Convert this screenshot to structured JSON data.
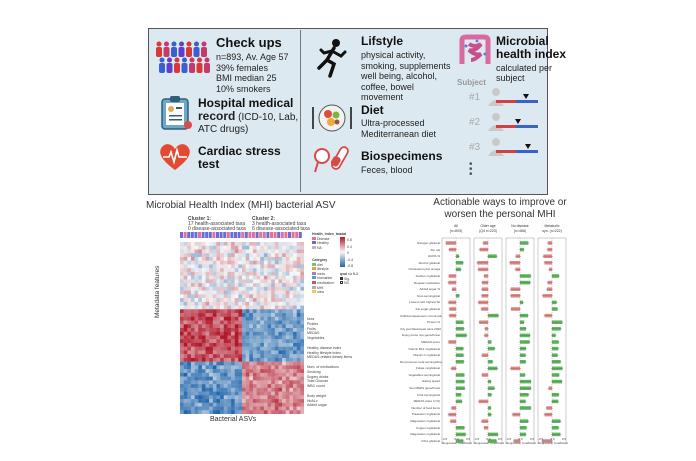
{
  "top": {
    "checkups": {
      "title": "Check ups",
      "lines": [
        "n=893, Av. Age 57",
        "39% females",
        "BMI median 25",
        "10% smokers"
      ]
    },
    "hospital": {
      "title_line1": "Hospital medical",
      "title_line2_bold": "record",
      "title_line2_rest": " (ICD-10, Lab,",
      "title_line3": "ATC drugs)"
    },
    "cardiac": {
      "title_line1": "Cardiac stress",
      "title_line2": "test"
    },
    "lifestyle": {
      "title": "Lifstyle",
      "lines": [
        "physical activity,",
        "smoking, supplements",
        "well being, alcohol,",
        "coffee, bowel",
        "movement"
      ]
    },
    "diet": {
      "title": "Diet",
      "lines": [
        "Ultra-processed",
        "Mediterranean diet"
      ]
    },
    "biospecimens": {
      "title": "Biospecimens",
      "lines": [
        "Feces, blood"
      ]
    },
    "mhi": {
      "title_line1": "Microbial",
      "title_line2": "health index",
      "lines": [
        "calculated per",
        "subject"
      ],
      "subject_label": "Subject",
      "subjects": [
        "#1",
        "#2",
        "#3"
      ]
    }
  },
  "left": {
    "title": "Microbial Health Index (MHI) bacterial ASV",
    "cluster1": {
      "title": "Cluster 1:",
      "lines": [
        "17 health-associated taxa",
        "0 disease-associated taxa"
      ]
    },
    "cluster2": {
      "title": "Cluster 2:",
      "lines": [
        "3 health-associated taxa",
        "6 disease-associated taxa"
      ]
    },
    "ylabel": "Metadata features",
    "xlabel": "Bacterial ASVs",
    "legend": {
      "health_index_title": "Health_index_tax",
      "health_index_items": [
        "Disease",
        "Healthy",
        "NA"
      ],
      "category_title": "Category",
      "category_items": [
        "diet",
        "lifestyle",
        "meta",
        "biomarker",
        "medication",
        "MHI",
        "ultra"
      ],
      "scale_title": "stat",
      "scale_ticks": [
        "0.8",
        "0.4",
        "0",
        "-0.4",
        "-0.8"
      ],
      "qval_title": "qval <= 0.1",
      "qval_items": [
        "Sig.",
        "NS"
      ]
    },
    "row_labels": [
      "Nuts",
      "Pickles",
      "Fruits",
      "MEDAS",
      "Vegetables",
      "",
      "Healthy disease index",
      "Healthy lifestyle index",
      "MEDAS-related dietary items",
      "",
      "Num. of medications",
      "Smoking",
      "Sugary drinks",
      "Total Glucose",
      "WBC count",
      "",
      "Body weight",
      "HbA1c",
      "Added sugar"
    ]
  },
  "right": {
    "title_line1": "Actionable ways to improve or",
    "title_line2": "worsen the personal MHI",
    "columns": [
      {
        "title": "All",
        "sub": "(n=893)"
      },
      {
        "title": "Older age",
        "sub": "(Q4 n=223)"
      },
      {
        "title": "No disease",
        "sub": "(n=466)"
      },
      {
        "title": "Metabolic",
        "sub": "syn. (n=222)"
      }
    ],
    "rows": [
      "Nitrogen g/kilocal",
      "Per cal",
      "HUDS %",
      "Alcohol g/kilocal",
      "Cholesterol plus omega",
      "Sodium mg/kilocal",
      "Regular medication",
      "Added sugar %",
      "Nuts servings/cal",
      "Lowest carb highest fat",
      "Fat sugar g/kilocal",
      "Artificial sweeteners consumption",
      "Protein %",
      "City purchase/week cans 2020",
      "Enjoy-purse non-gene/forest",
      "MEDAS score",
      "Vitamin B12 mcg/kilocal",
      "Vitamin C mg/kilocal",
      "Red process meat servings/kcal",
      "Folate mcg/kilocal",
      "Vegetables servings/cal",
      "Eating speed",
      "Sun MEDS gene/forest",
      "Fruit servings/cal",
      "MEDAS class 4 (%)",
      "Number of food items",
      "Potassium mg/kilocal",
      "Magnesium mg/kilocal",
      "Copper mg/kilocal",
      "Magnesium mg/kilocal",
      "Fibre g/kilocal"
    ],
    "axis_ticks": [
      "-0.5",
      "0.0",
      "0.5"
    ],
    "axis_label": "Regression Coefficient"
  },
  "colors": {
    "panel_bg": "#dde9f0",
    "heat_red": "#b2182b",
    "heat_blue": "#2166ac",
    "bar_red": "#e08a8a",
    "bar_green": "#5fb85f"
  }
}
